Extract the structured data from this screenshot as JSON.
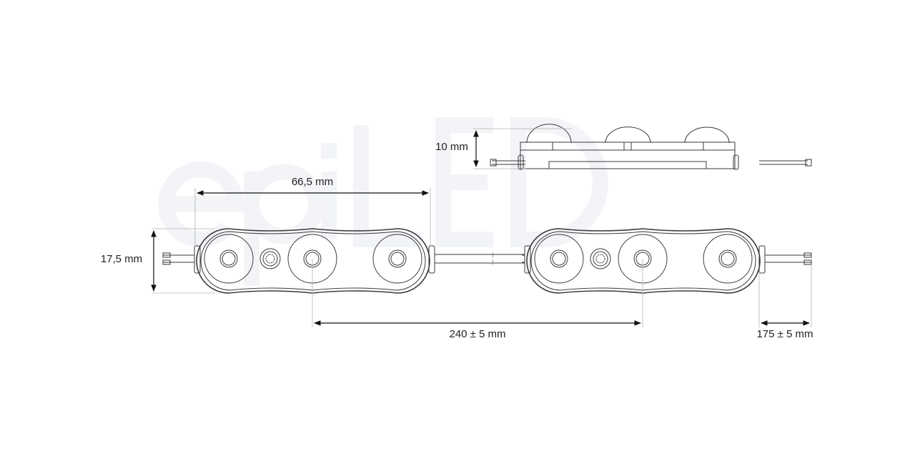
{
  "watermark": {
    "text": "epiLED"
  },
  "dimensions": {
    "module_length": "66,5 mm",
    "module_width": "17,5 mm",
    "module_height": "10 mm",
    "pitch": "240 ± 5 mm",
    "lead_length": "175 ± 5 mm"
  }
}
